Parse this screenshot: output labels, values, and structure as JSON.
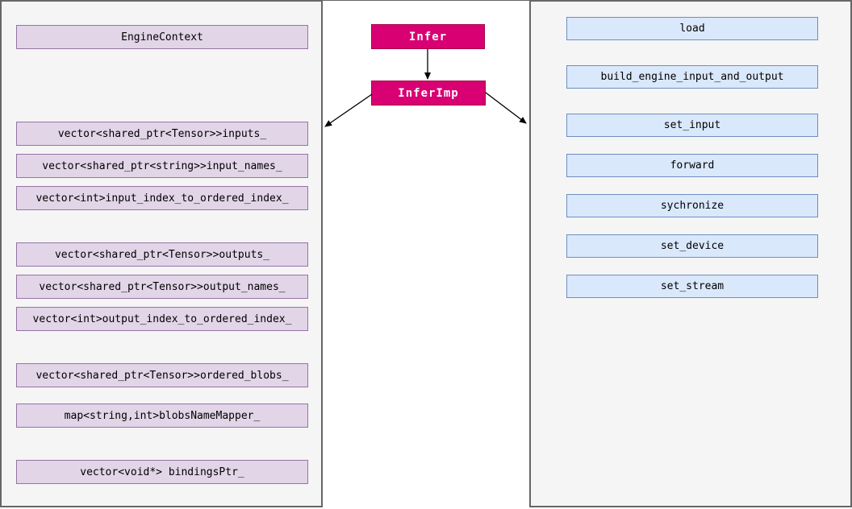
{
  "colors": {
    "page_bg": "#ffffff",
    "panel_fill": "#f5f5f5",
    "panel_stroke": "#666666",
    "member_fill": "#e1d5e7",
    "member_stroke": "#9673a6",
    "method_fill": "#dae8fc",
    "method_stroke": "#6c8ebf",
    "class_fill": "#d80073",
    "class_stroke": "#a50040",
    "class_text": "#ffffff",
    "text": "#000000",
    "arrow": "#000000"
  },
  "left_panel": {
    "header": "EngineContext",
    "members": [
      "vector<shared_ptr<Tensor>>inputs_",
      "vector<shared_ptr<string>>input_names_",
      "vector<int>input_index_to_ordered_index_",
      "vector<shared_ptr<Tensor>>outputs_",
      "vector<shared_ptr<Tensor>>output_names_",
      "vector<int>output_index_to_ordered_index_",
      "vector<shared_ptr<Tensor>>ordered_blobs_",
      "map<string,int>blobsNameMapper_",
      "vector<void*> bindingsPtr_"
    ]
  },
  "center": {
    "base_class": "Infer",
    "impl_class": "InferImp"
  },
  "right_panel": {
    "methods": [
      "load",
      "build_engine_input_and_output",
      "set_input",
      "forward",
      "sychronize",
      "set_device",
      "set_stream"
    ]
  }
}
